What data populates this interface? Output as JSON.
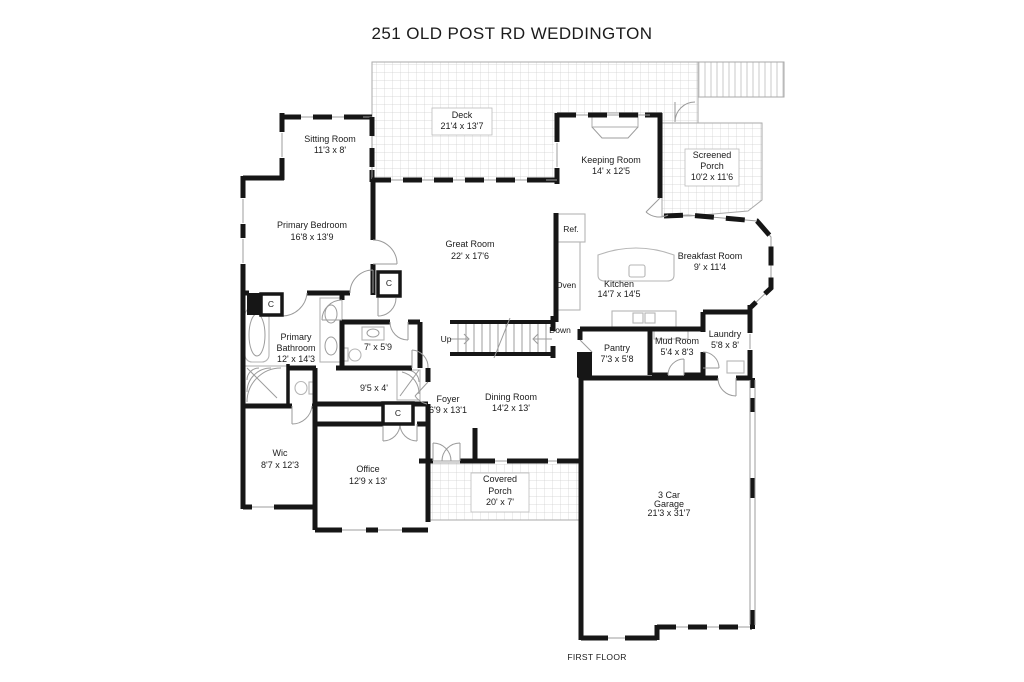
{
  "title": "251 OLD POST RD WEDDINGTON",
  "floor_label": "FIRST FLOOR",
  "rooms": [
    {
      "id": "deck",
      "lines": [
        "Deck",
        "21'4 x 13'7"
      ]
    },
    {
      "id": "sitting-room",
      "lines": [
        "Sitting Room",
        "11'3 x 8'"
      ]
    },
    {
      "id": "keeping-room",
      "lines": [
        "Keeping Room",
        "14' x 12'5"
      ]
    },
    {
      "id": "screened-porch",
      "lines": [
        "Screened",
        "Porch",
        "10'2 x 11'6"
      ]
    },
    {
      "id": "primary-bedroom",
      "lines": [
        "Primary Bedroom",
        "16'8 x 13'9"
      ]
    },
    {
      "id": "great-room",
      "lines": [
        "Great Room",
        "22' x 17'6"
      ]
    },
    {
      "id": "breakfast-room",
      "lines": [
        "Breakfast Room",
        "9' x 11'4"
      ]
    },
    {
      "id": "kitchen",
      "lines": [
        "Kitchen",
        "14'7 x 14'5"
      ]
    },
    {
      "id": "primary-bathroom",
      "lines": [
        "Primary",
        "Bathroom",
        "12' x 14'3"
      ]
    },
    {
      "id": "closet-7x59",
      "lines": [
        "7' x 5'9"
      ]
    },
    {
      "id": "hall-95x4",
      "lines": [
        "9'5 x 4'"
      ]
    },
    {
      "id": "pantry",
      "lines": [
        "Pantry",
        "7'3 x 5'8"
      ]
    },
    {
      "id": "mud-room",
      "lines": [
        "Mud Room",
        "5'4 x 8'3"
      ]
    },
    {
      "id": "laundry",
      "lines": [
        "Laundry",
        "5'8 x 8'"
      ]
    },
    {
      "id": "foyer",
      "lines": [
        "Foyer",
        "6'9 x 13'1"
      ]
    },
    {
      "id": "dining-room",
      "lines": [
        "Dining Room",
        "14'2 x 13'"
      ]
    },
    {
      "id": "wic",
      "lines": [
        "Wic",
        "8'7 x 12'3"
      ]
    },
    {
      "id": "office",
      "lines": [
        "Office",
        "12'9 x 13'"
      ]
    },
    {
      "id": "covered-porch",
      "lines": [
        "Covered",
        "Porch",
        "20' x 7'"
      ]
    },
    {
      "id": "garage",
      "lines": [
        "3 Car",
        "Garage",
        "21'3 x 31'7"
      ]
    }
  ],
  "annotations": [
    {
      "id": "ref",
      "text": "Ref."
    },
    {
      "id": "oven",
      "text": "Oven"
    },
    {
      "id": "up",
      "text": "Up"
    },
    {
      "id": "down",
      "text": "Down"
    },
    {
      "id": "closet-c1",
      "text": "C"
    },
    {
      "id": "closet-c2",
      "text": "C"
    },
    {
      "id": "closet-c3",
      "text": "C"
    }
  ],
  "colors": {
    "wall": "#161616",
    "grid_line": "#cccccc",
    "text": "#1c1c1c",
    "background": "#ffffff"
  }
}
